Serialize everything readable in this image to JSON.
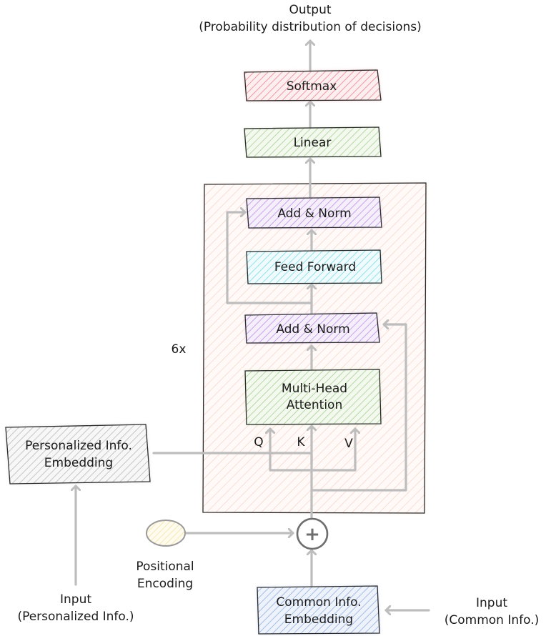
{
  "output": {
    "title": "Output",
    "subtitle": "(Probability distribution of decisions)"
  },
  "blocks": {
    "softmax": "Softmax",
    "linear": "Linear",
    "add_norm_top": "Add & Norm",
    "feed_forward": "Feed Forward",
    "add_norm_bottom": "Add & Norm",
    "mha_line1": "Multi-Head",
    "mha_line2": "Attention",
    "personalized_line1": "Personalized Info.",
    "personalized_line2": "Embedding",
    "common_line1": "Common Info.",
    "common_line2": "Embedding"
  },
  "labels": {
    "repeat": "6x",
    "q": "Q",
    "k": "K",
    "v": "V",
    "positional_line1": "Positional",
    "positional_line2": "Encoding",
    "plus": "+",
    "input_personalized_line1": "Input",
    "input_personalized_line2": "(Personalized Info.)",
    "input_common_line1": "Input",
    "input_common_line2": "(Common Info.)"
  },
  "colors": {
    "softmax": "#e8707a",
    "linear": "#9fc88a",
    "add_norm": "#b07ad8",
    "feed_forward": "#5fcfe0",
    "attention": "#9fc88a",
    "personalized": "#9a9a9a",
    "common": "#6f8fd0",
    "stack": "#f0b8a6",
    "positional": "#f6dc86",
    "arrow": "#bdbdbd"
  }
}
